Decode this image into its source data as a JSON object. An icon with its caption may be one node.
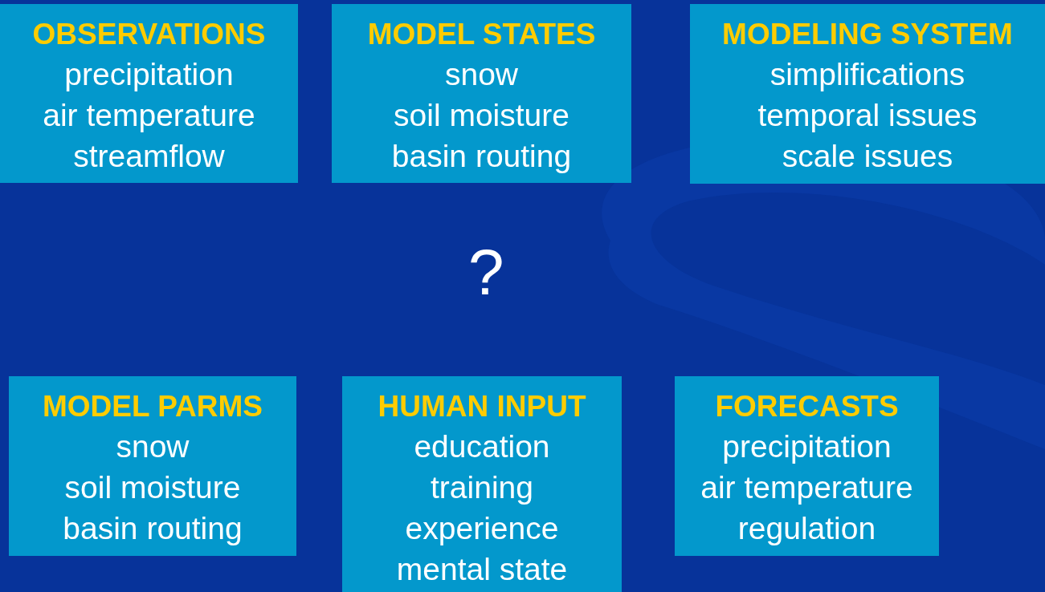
{
  "diagram": {
    "nodes": [
      {
        "text": [
          "OBSERVATIONS",
          "precipitation",
          "air temperature",
          "streamflow"
        ]
      },
      {
        "text": [
          "MODEL STATES",
          "snow",
          "soil moisture",
          "basin routing"
        ]
      },
      {
        "text": [
          "MODELING SYSTEM",
          "simplifications",
          "temporal issues",
          "scale issues"
        ]
      },
      {
        "text": [
          "MODEL PARMS",
          "snow",
          "soil moisture",
          "basin routing"
        ]
      },
      {
        "text": [
          "HUMAN INPUT",
          "education",
          "training",
          "experience",
          "mental state"
        ]
      },
      {
        "text": [
          "FORECASTS",
          "precipitation",
          "air temperature",
          "regulation"
        ]
      }
    ],
    "labels": [
      "?"
    ]
  }
}
